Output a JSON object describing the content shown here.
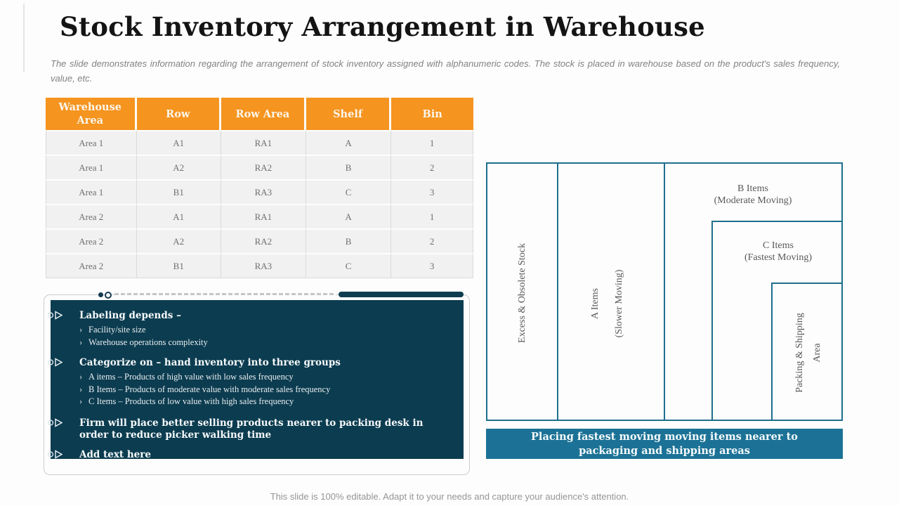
{
  "slide": {
    "title": "Stock Inventory Arrangement in Warehouse",
    "subtitle": "The slide demonstrates information regarding the arrangement of stock inventory assigned with alphanumeric codes. The stock is placed in warehouse  based on the product's sales frequency, value, etc.",
    "footer": "This slide is 100% editable. Adapt it to your needs and capture your audience's attention."
  },
  "table": {
    "headers": [
      "Warehouse Area",
      "Row",
      "Row Area",
      "Shelf",
      "Bin"
    ],
    "rows": [
      [
        "Area 1",
        "A1",
        "RA1",
        "A",
        "1"
      ],
      [
        "Area 1",
        "A2",
        "RA2",
        "B",
        "2"
      ],
      [
        "Area 1",
        "B1",
        "RA3",
        "C",
        "3"
      ],
      [
        "Area 2",
        "A1",
        "RA1",
        "A",
        "1"
      ],
      [
        "Area 2",
        "A2",
        "RA2",
        "B",
        "2"
      ],
      [
        "Area 2",
        "B1",
        "RA3",
        "C",
        "3"
      ]
    ]
  },
  "notes": {
    "sub_marker": "›",
    "items": [
      {
        "title": "Labeling depends –",
        "subs": [
          "Facility/site size",
          "Warehouse operations complexity"
        ]
      },
      {
        "title": "Categorize on – hand inventory into three groups",
        "subs": [
          "A items – Products of high value with low sales frequency",
          "B Items – Products of moderate value with moderate sales frequency",
          "C Items – Products of low value with high sales frequency"
        ]
      },
      {
        "title": "Firm will place better selling products nearer to packing desk in order to reduce picker walking time",
        "subs": []
      },
      {
        "title": "Add text here",
        "subs": []
      }
    ]
  },
  "diagram": {
    "zones": {
      "excess": "Excess & Obsolete Stock",
      "a_line1": "A Items",
      "a_line2": "(Slower Moving)",
      "b_line1": "B Items",
      "b_line2": "(Moderate Moving)",
      "c_line1": "C Items",
      "c_line2": "(Fastest Moving)",
      "packing_line1": "Packing & Shipping",
      "packing_line2": "Area"
    },
    "caption": "Placing fastest moving moving items nearer to packaging and shipping areas"
  },
  "colors": {
    "accent_orange": "#F5941F",
    "dark_teal_box": "#0C3C50",
    "diagram_border_teal": "#1E6F8E",
    "banner_teal": "#1C7296"
  }
}
